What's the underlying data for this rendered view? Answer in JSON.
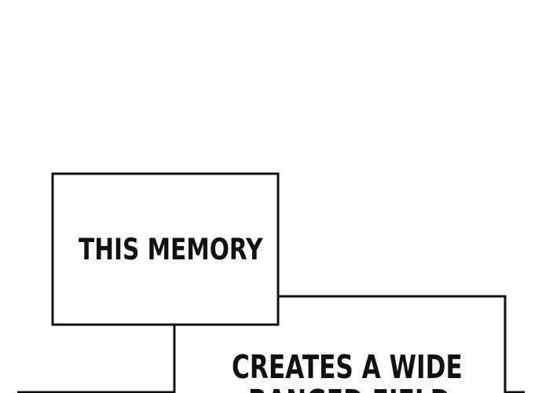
{
  "captions": {
    "first": "THIS MEMORY",
    "second": "CREATES A WIDE",
    "third_partial": "RANGED FIELD"
  },
  "colors": {
    "ink": "#111111",
    "paper": "#ffffff"
  }
}
